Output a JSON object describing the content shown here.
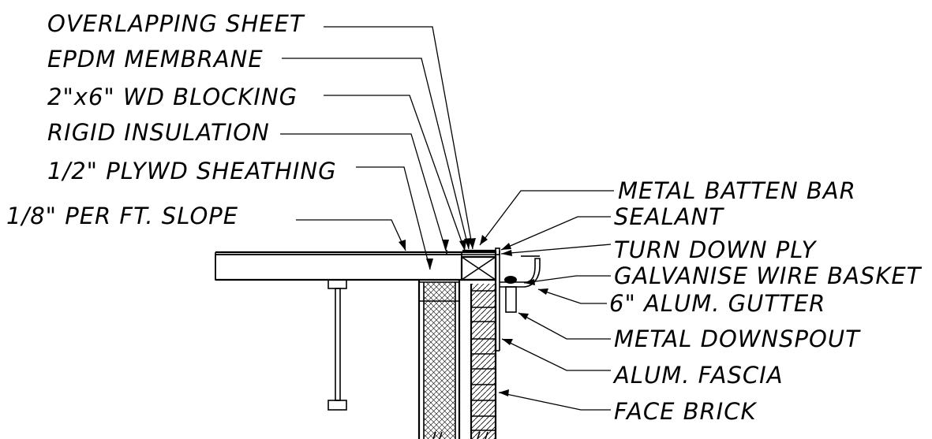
{
  "labels": {
    "overlapping_sheet": "OVERLAPPING SHEET",
    "epdm_membrane": "EPDM MEMBRANE",
    "wd_blocking": "2\"x6\" WD BLOCKING",
    "rigid_insulation": "RIGID INSULATION",
    "plywd_sheathing": "1/2\" PLYWD SHEATHING",
    "slope": "1/8\" PER FT. SLOPE",
    "metal_batten_bar": "METAL BATTEN BAR",
    "sealant": "SEALANT",
    "turn_down_ply": "TURN DOWN PLY",
    "wire_basket": "GALVANISE WIRE BASKET",
    "gutter": "6\" ALUM. GUTTER",
    "downspout": "METAL DOWNSPOUT",
    "fascia": "ALUM. FASCIA",
    "face_brick": "FACE BRICK"
  },
  "colors": {
    "ink": "#000000",
    "background": "#ffffff"
  }
}
